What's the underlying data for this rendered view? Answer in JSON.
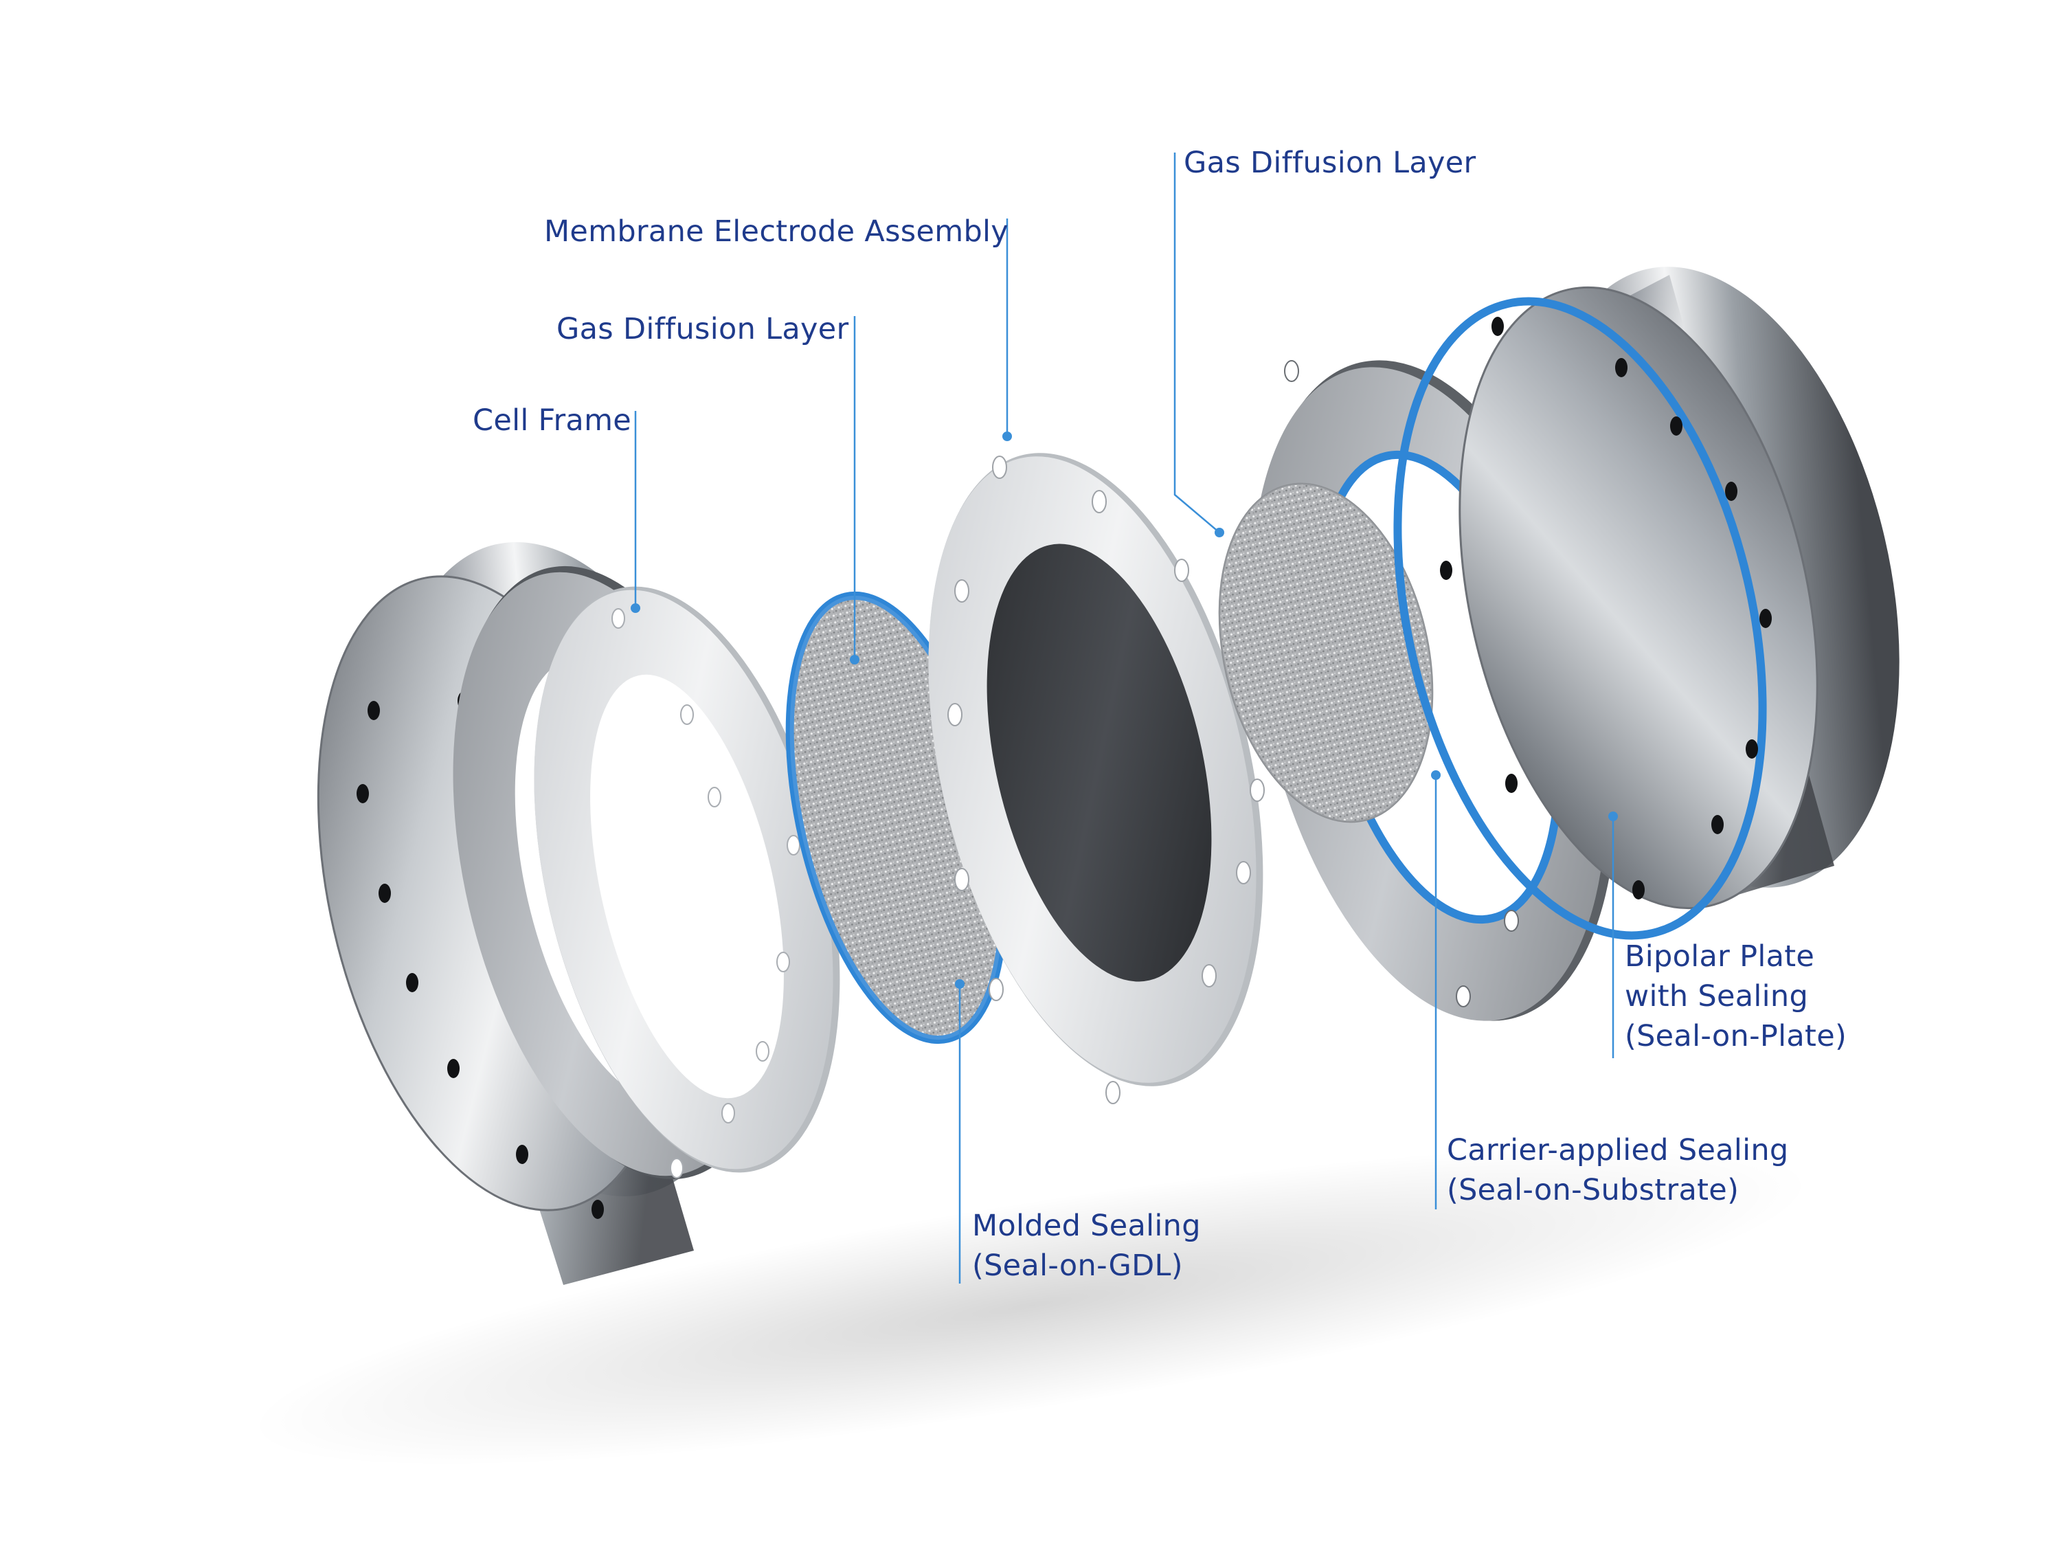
{
  "labels": {
    "cell_frame": "Cell Frame",
    "gdl_left": "Gas Diffusion Layer",
    "mea": "Membrane Electrode Assembly",
    "gdl_right": "Gas Diffusion Layer",
    "bipolar": [
      "Bipolar Plate",
      "with Sealing",
      "(Seal-on-Plate)"
    ],
    "carrier": [
      "Carrier-applied Sealing",
      "(Seal-on-Substrate)"
    ],
    "molded": [
      "Molded Sealing",
      "(Seal-on-GDL)"
    ]
  },
  "colors": {
    "label_text": "#1f3b8c",
    "leader_line": "#3a8fd8",
    "seal_blue": "#2f86d6",
    "metal_dark": "#2e3136",
    "metal_light": "#e6e8ea"
  }
}
